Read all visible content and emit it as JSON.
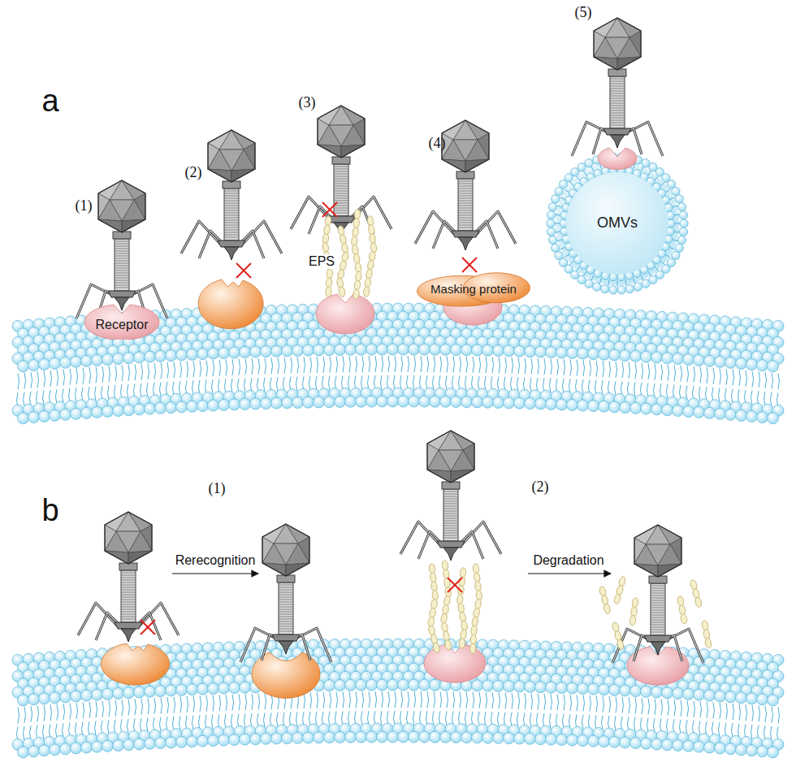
{
  "diagram": {
    "nodes": [
      {
        "text": [
          "Receptor"
        ]
      },
      {
        "text": [
          "Masking protein"
        ]
      },
      {
        "text": [
          "OMVs"
        ]
      }
    ],
    "labels": [
      "a",
      "(1)",
      "(2)",
      "(3)",
      "EPS",
      "(4)",
      "(5)",
      "b",
      "(1)",
      "Rerecognition",
      "(2)",
      "Degradation"
    ]
  }
}
